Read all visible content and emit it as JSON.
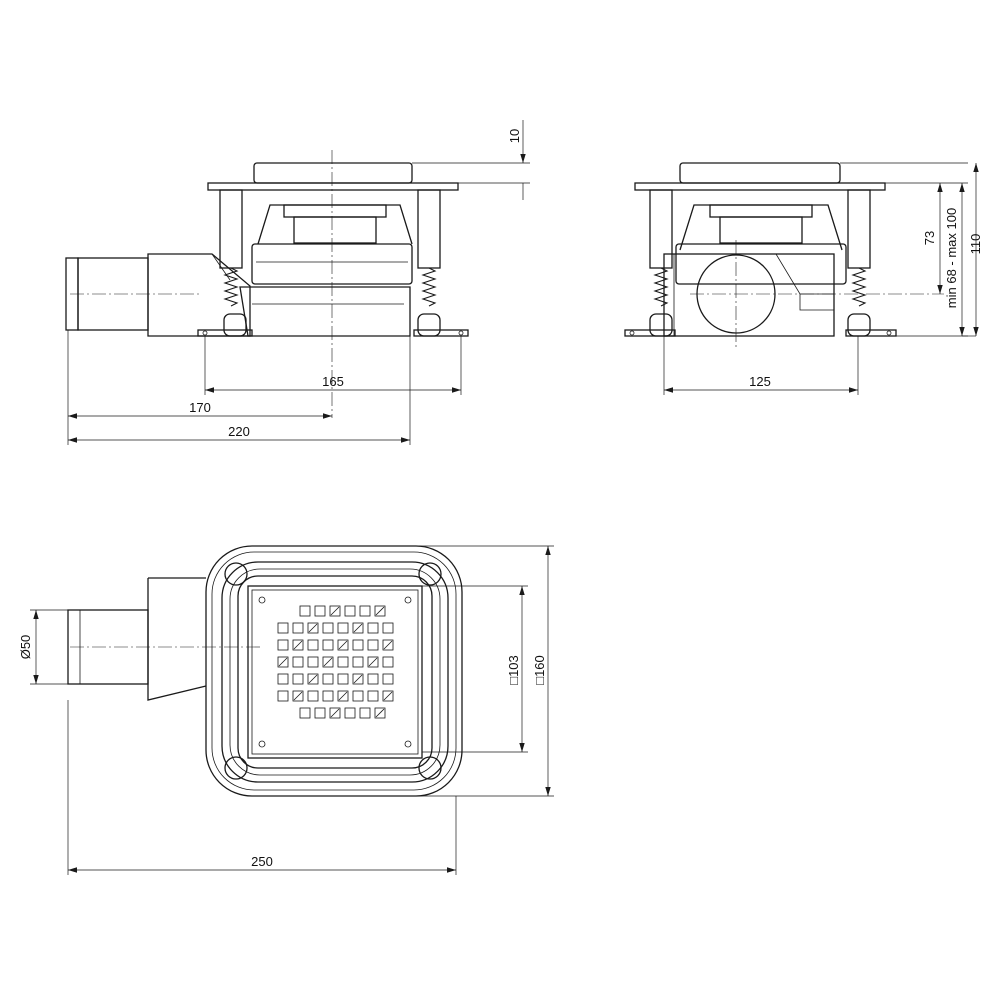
{
  "views": {
    "side": {
      "dims": {
        "top_plate": "10",
        "flange_span": "165",
        "outlet_axis": "170",
        "total_length": "220"
      }
    },
    "front": {
      "dims": {
        "width": "125",
        "outlet_height": "73",
        "adjust_range": "min 68 - max 100",
        "total_height": "110"
      }
    },
    "top": {
      "dims": {
        "outlet_diameter": "Ø50",
        "grate_size": "□103",
        "body_size": "□160",
        "total_length": "250"
      }
    }
  }
}
